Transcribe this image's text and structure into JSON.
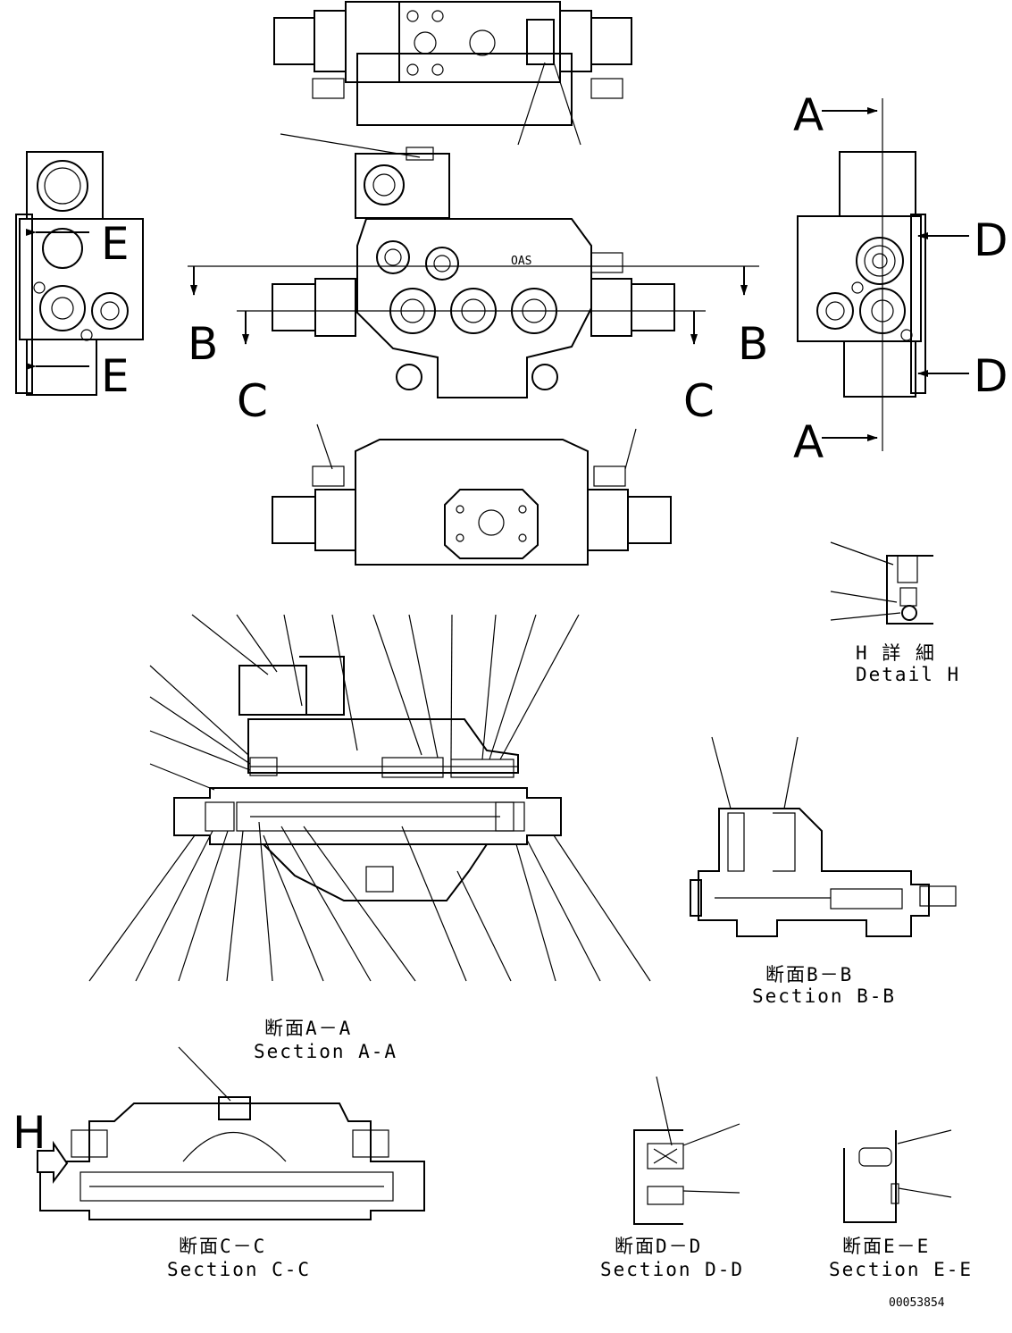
{
  "section_letters": {
    "a_top": "A",
    "a_bottom": "A",
    "b_left": "B",
    "b_right": "B",
    "c_left": "C",
    "c_right": "C",
    "d_top": "D",
    "d_bottom": "D",
    "e_top": "E",
    "e_bottom": "E",
    "h_marker": "H"
  },
  "labels": {
    "part_text": "OAS",
    "detail_h_jp": "H 詳 細",
    "detail_h_en": "Detail H",
    "section_aa_jp": "断面A－A",
    "section_aa_en": "Section A-A",
    "section_bb_jp": "断面B－B",
    "section_bb_en": "Section B-B",
    "section_cc_jp": "断面C－C",
    "section_cc_en": "Section C-C",
    "section_dd_jp": "断面D－D",
    "section_dd_en": "Section D-D",
    "section_ee_jp": "断面E－E",
    "section_ee_en": "Section E-E",
    "drawing_number": "00053854"
  },
  "icons": {
    "arrow": "filled-arrow-icon",
    "h_pointer": "bold-arrow-icon"
  }
}
